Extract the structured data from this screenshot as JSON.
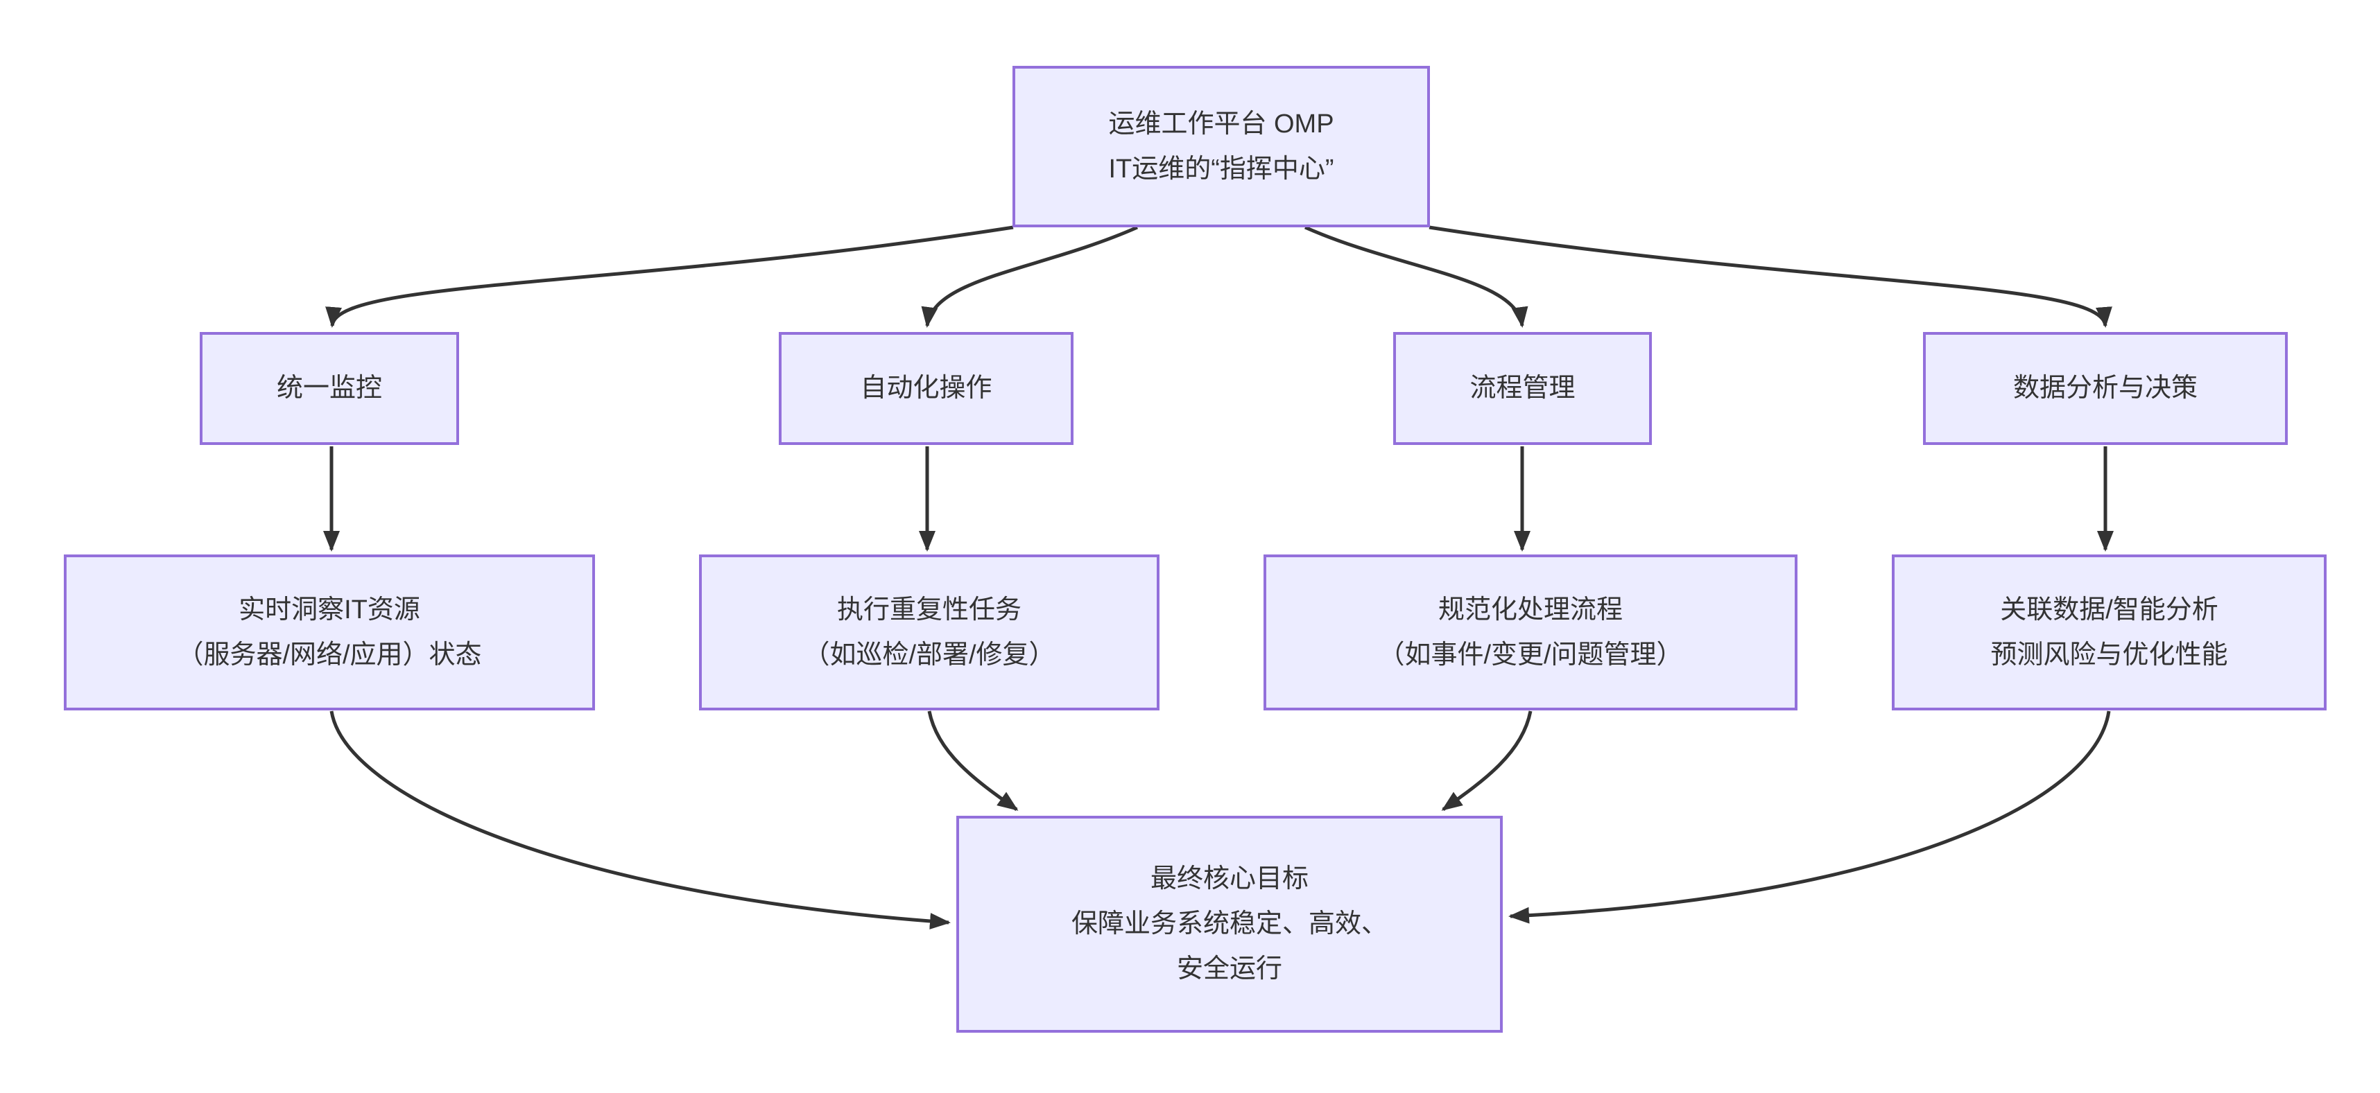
{
  "diagram": {
    "type": "flowchart",
    "direction": "top-down",
    "theme": {
      "background": "#ffffff",
      "node_fill": "#ECECFF",
      "node_border": "#9370DB",
      "edge_color": "#333333",
      "text_color": "#333333"
    },
    "nodes": {
      "platform": {
        "label": "运维工作平台 OMP\nIT运维的“指挥中心”"
      },
      "monitoring": {
        "label": "统一监控"
      },
      "automation": {
        "label": "自动化操作"
      },
      "process": {
        "label": "流程管理"
      },
      "analytics": {
        "label": "数据分析与决策"
      },
      "monitoring_detail": {
        "label": "实时洞察IT资源\n（服务器/网络/应用）状态"
      },
      "automation_detail": {
        "label": "执行重复性任务\n（如巡检/部署/修复）"
      },
      "process_detail": {
        "label": "规范化处理流程\n（如事件/变更/问题管理）"
      },
      "analytics_detail": {
        "label": "关联数据/智能分析\n预测风险与优化性能"
      },
      "goal": {
        "label": "最终核心目标\n保障业务系统稳定、高效、\n安全运行"
      }
    },
    "edges": [
      {
        "from": "platform",
        "to": "monitoring"
      },
      {
        "from": "platform",
        "to": "automation"
      },
      {
        "from": "platform",
        "to": "process"
      },
      {
        "from": "platform",
        "to": "analytics"
      },
      {
        "from": "monitoring",
        "to": "monitoring_detail"
      },
      {
        "from": "automation",
        "to": "automation_detail"
      },
      {
        "from": "process",
        "to": "process_detail"
      },
      {
        "from": "analytics",
        "to": "analytics_detail"
      },
      {
        "from": "monitoring_detail",
        "to": "goal"
      },
      {
        "from": "automation_detail",
        "to": "goal"
      },
      {
        "from": "process_detail",
        "to": "goal"
      },
      {
        "from": "analytics_detail",
        "to": "goal"
      }
    ]
  }
}
